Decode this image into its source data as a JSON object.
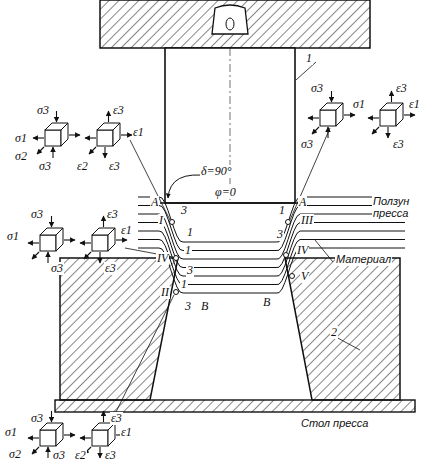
{
  "diagram": {
    "labels": [
      "Ползун пресса",
      "Материал",
      "Стол пресса",
      "δ=90°",
      "φ=0",
      "1",
      "2",
      "A",
      "A",
      "B",
      "B",
      "I",
      "II",
      "III",
      "IV",
      "IV",
      "V",
      "3",
      "1",
      "1",
      "3",
      "1",
      "3",
      "1",
      "3",
      "σ1",
      "σ2",
      "σ3",
      "σ3",
      "ε3",
      "ε1",
      "ε2",
      "ε3",
      "σ3",
      "σ1",
      "σ3",
      "ε3",
      "ε1",
      "ε3",
      "σ1",
      "σ3",
      "σ3",
      "ε1",
      "ε3",
      "ε3",
      "σ3",
      "σ1",
      "σ2",
      "σ3",
      "ε3",
      "ε1",
      "ε2",
      "ε3"
    ]
  }
}
